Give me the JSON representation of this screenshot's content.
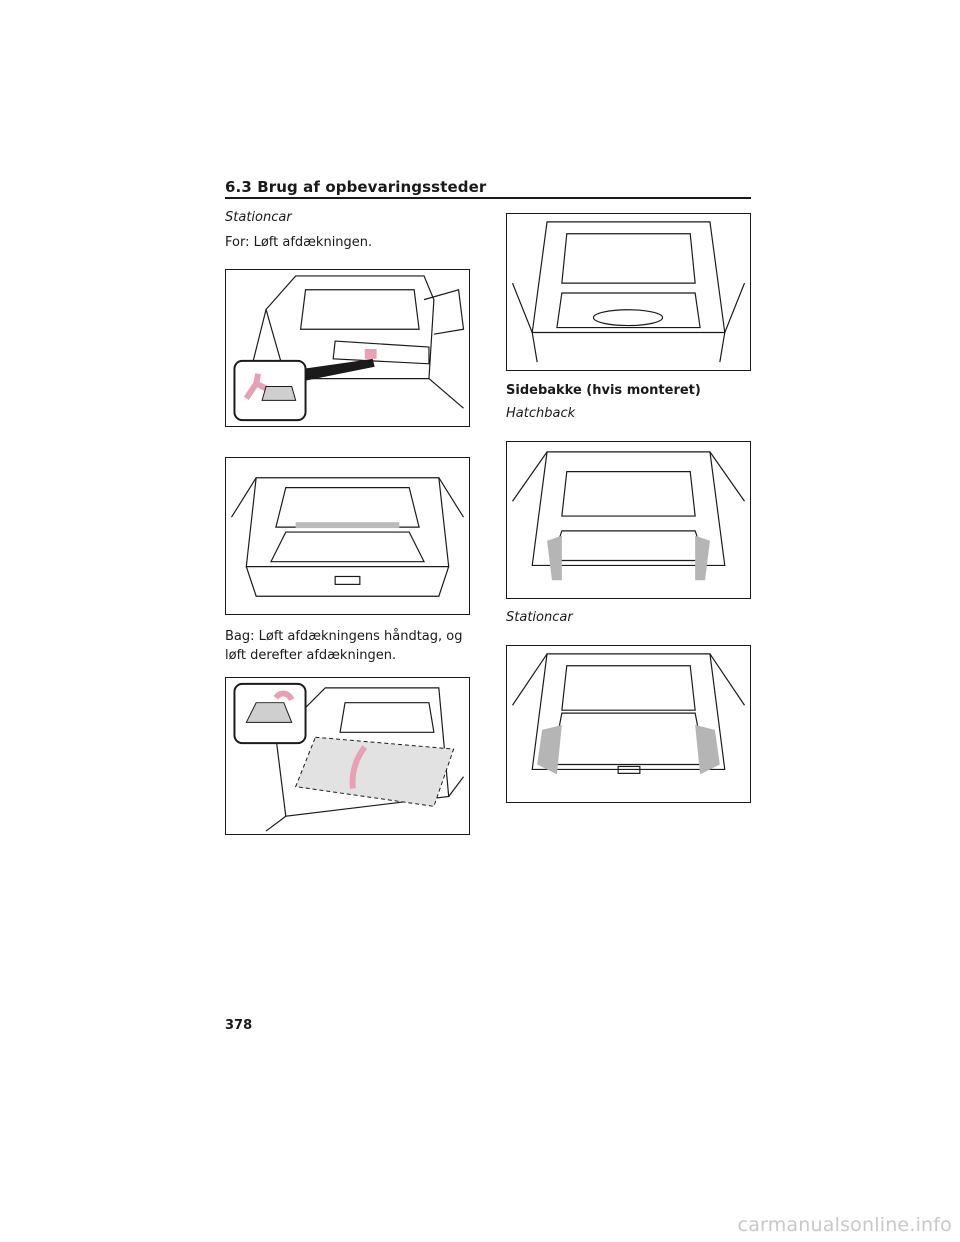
{
  "header": {
    "section_title": "6.3  Brug af opbevaringssteder"
  },
  "left_column": {
    "label_stationcar": "Stationcar",
    "text_front": "For: Løft afdækningen.",
    "text_back": "Bag: Løft afdækningens håndtag, og løft derefter afdækningen."
  },
  "right_column": {
    "heading_side_tray": "Sidebakke (hvis monteret)",
    "label_hatchback": "Hatchback",
    "label_stationcar": "Stationcar"
  },
  "footer": {
    "page_number": "378",
    "watermark": "carmanualsonline.info"
  },
  "colors": {
    "accent_pink": "#e8a0b4",
    "line": "#1a1a1a",
    "shade_gray": "#b5b5b5"
  }
}
